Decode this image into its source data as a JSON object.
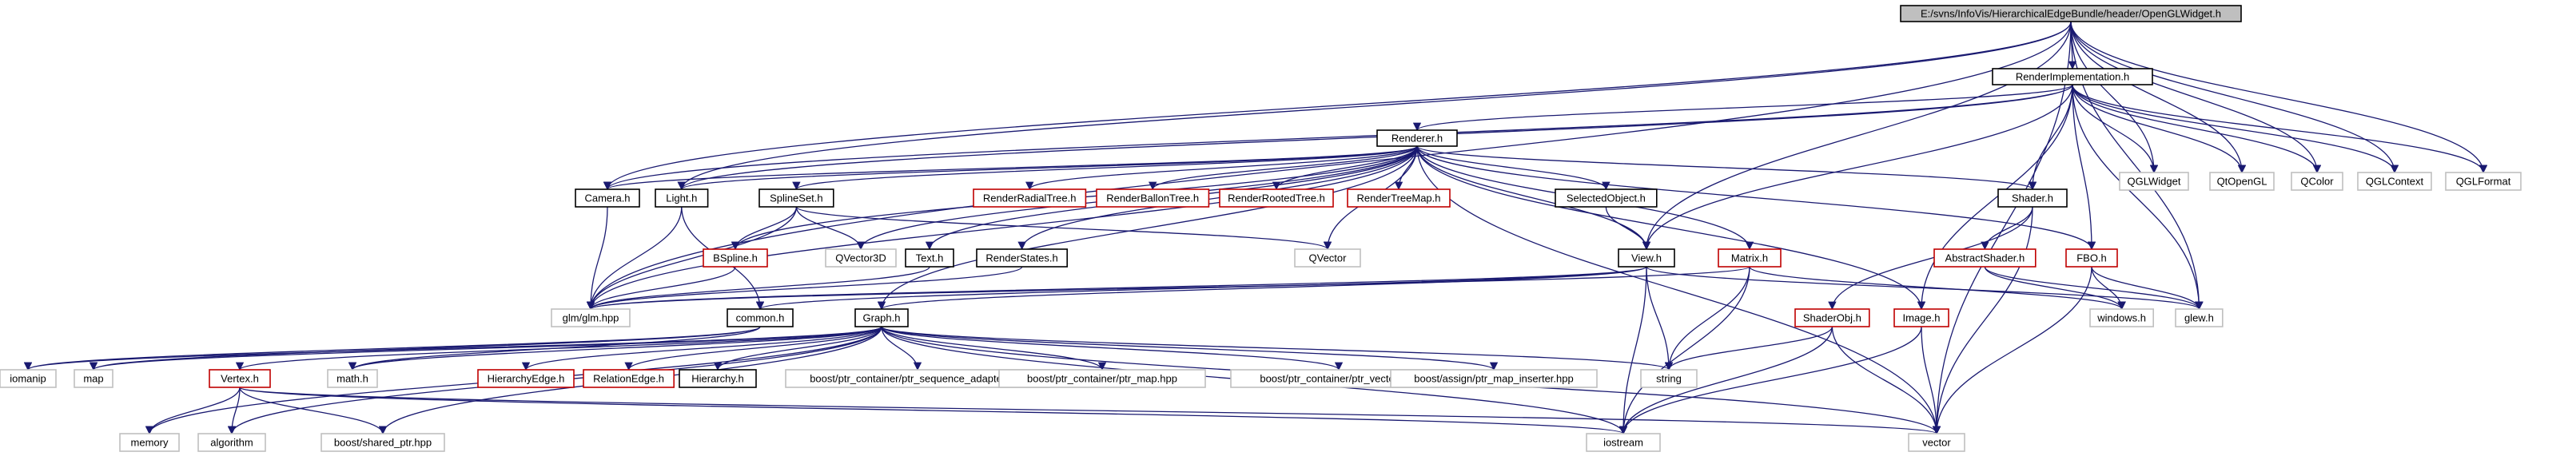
{
  "diagram": {
    "title": "E:/svns/InfoVis/HierarchicalEdgeBundle/header/OpenGLWidget.h",
    "colors": {
      "root_fill": "#bfbfbf",
      "documented_border": "#000000",
      "undocumented_border": "#c00000",
      "external_border": "#bfbfbf",
      "edge": "#191970"
    },
    "nodes": [
      {
        "id": "root",
        "label": "E:/svns/InfoVis/HierarchicalEdgeBundle/header/OpenGLWidget.h",
        "style": "root"
      },
      {
        "id": "renderimpl",
        "label": "RenderImplementation.h",
        "style": "doc"
      },
      {
        "id": "renderer",
        "label": "Renderer.h",
        "style": "doc"
      },
      {
        "id": "camera",
        "label": "Camera.h",
        "style": "doc"
      },
      {
        "id": "light",
        "label": "Light.h",
        "style": "doc"
      },
      {
        "id": "splineset",
        "label": "SplineSet.h",
        "style": "doc"
      },
      {
        "id": "radial",
        "label": "RenderRadialTree.h",
        "style": "undoc"
      },
      {
        "id": "ballon",
        "label": "RenderBallonTree.h",
        "style": "undoc"
      },
      {
        "id": "rooted",
        "label": "RenderRootedTree.h",
        "style": "undoc"
      },
      {
        "id": "treemap",
        "label": "RenderTreeMap.h",
        "style": "undoc"
      },
      {
        "id": "selected",
        "label": "SelectedObject.h",
        "style": "doc"
      },
      {
        "id": "shader",
        "label": "Shader.h",
        "style": "doc"
      },
      {
        "id": "qglwidget",
        "label": "QGLWidget",
        "style": "ext"
      },
      {
        "id": "qtopengl",
        "label": "QtOpenGL",
        "style": "ext"
      },
      {
        "id": "qcolor",
        "label": "QColor",
        "style": "ext"
      },
      {
        "id": "qglcontext",
        "label": "QGLContext",
        "style": "ext"
      },
      {
        "id": "qglformat",
        "label": "QGLFormat",
        "style": "ext"
      },
      {
        "id": "bspline",
        "label": "BSpline.h",
        "style": "undoc"
      },
      {
        "id": "qvector3d",
        "label": "QVector3D",
        "style": "ext"
      },
      {
        "id": "texth",
        "label": "Text.h",
        "style": "doc"
      },
      {
        "id": "renderstates",
        "label": "RenderStates.h",
        "style": "doc"
      },
      {
        "id": "qvector",
        "label": "QVector",
        "style": "ext"
      },
      {
        "id": "view",
        "label": "View.h",
        "style": "doc"
      },
      {
        "id": "matrix",
        "label": "Matrix.h",
        "style": "undoc"
      },
      {
        "id": "abstractshader",
        "label": "AbstractShader.h",
        "style": "undoc"
      },
      {
        "id": "fbo",
        "label": "FBO.h",
        "style": "undoc"
      },
      {
        "id": "glm",
        "label": "glm/glm.hpp",
        "style": "ext"
      },
      {
        "id": "common",
        "label": "common.h",
        "style": "doc"
      },
      {
        "id": "graph",
        "label": "Graph.h",
        "style": "doc"
      },
      {
        "id": "shaderobj",
        "label": "ShaderObj.h",
        "style": "undoc"
      },
      {
        "id": "image",
        "label": "Image.h",
        "style": "undoc"
      },
      {
        "id": "windows",
        "label": "windows.h",
        "style": "ext"
      },
      {
        "id": "glew",
        "label": "glew.h",
        "style": "ext"
      },
      {
        "id": "iomanip",
        "label": "iomanip",
        "style": "ext"
      },
      {
        "id": "map",
        "label": "map",
        "style": "ext"
      },
      {
        "id": "mathh",
        "label": "math.h",
        "style": "ext"
      },
      {
        "id": "vertex",
        "label": "Vertex.h",
        "style": "undoc"
      },
      {
        "id": "hierarchyedge",
        "label": "HierarchyEdge.h",
        "style": "undoc"
      },
      {
        "id": "relationedge",
        "label": "RelationEdge.h",
        "style": "undoc"
      },
      {
        "id": "hierarchy",
        "label": "Hierarchy.h",
        "style": "doc"
      },
      {
        "id": "ptrseq",
        "label": "boost/ptr_container/ptr_sequence_adapter.hpp",
        "style": "ext"
      },
      {
        "id": "ptrmap",
        "label": "boost/ptr_container/ptr_map.hpp",
        "style": "ext"
      },
      {
        "id": "ptrvector",
        "label": "boost/ptr_container/ptr_vector.hpp",
        "style": "ext"
      },
      {
        "id": "ptrmapins",
        "label": "boost/assign/ptr_map_inserter.hpp",
        "style": "ext"
      },
      {
        "id": "string",
        "label": "string",
        "style": "ext"
      },
      {
        "id": "memory",
        "label": "memory",
        "style": "ext"
      },
      {
        "id": "algorithm",
        "label": "algorithm",
        "style": "ext"
      },
      {
        "id": "sharedptr",
        "label": "boost/shared_ptr.hpp",
        "style": "ext"
      },
      {
        "id": "iostream",
        "label": "iostream",
        "style": "ext"
      },
      {
        "id": "vector",
        "label": "vector",
        "style": "ext"
      }
    ],
    "edges": [
      [
        "root",
        "renderimpl"
      ],
      [
        "root",
        "view"
      ],
      [
        "root",
        "light"
      ],
      [
        "root",
        "camera"
      ],
      [
        "root",
        "glm"
      ],
      [
        "root",
        "qglwidget"
      ],
      [
        "root",
        "qtopengl"
      ],
      [
        "root",
        "qcolor"
      ],
      [
        "root",
        "qglcontext"
      ],
      [
        "root",
        "qglformat"
      ],
      [
        "root",
        "vector"
      ],
      [
        "root",
        "glew"
      ],
      [
        "renderimpl",
        "renderer"
      ],
      [
        "renderimpl",
        "camera"
      ],
      [
        "renderimpl",
        "light"
      ],
      [
        "renderimpl",
        "view"
      ],
      [
        "renderimpl",
        "shader"
      ],
      [
        "renderimpl",
        "fbo"
      ],
      [
        "renderimpl",
        "image"
      ],
      [
        "renderimpl",
        "glew"
      ],
      [
        "renderimpl",
        "qglwidget"
      ],
      [
        "renderimpl",
        "qtopengl"
      ],
      [
        "renderimpl",
        "qcolor"
      ],
      [
        "renderimpl",
        "qglcontext"
      ],
      [
        "renderimpl",
        "qglformat"
      ],
      [
        "renderer",
        "camera"
      ],
      [
        "renderer",
        "light"
      ],
      [
        "renderer",
        "splineset"
      ],
      [
        "renderer",
        "radial"
      ],
      [
        "renderer",
        "ballon"
      ],
      [
        "renderer",
        "rooted"
      ],
      [
        "renderer",
        "treemap"
      ],
      [
        "renderer",
        "selected"
      ],
      [
        "renderer",
        "shader"
      ],
      [
        "renderer",
        "bspline"
      ],
      [
        "renderer",
        "qvector3d"
      ],
      [
        "renderer",
        "texth"
      ],
      [
        "renderer",
        "renderstates"
      ],
      [
        "renderer",
        "qvector"
      ],
      [
        "renderer",
        "view"
      ],
      [
        "renderer",
        "matrix"
      ],
      [
        "renderer",
        "image"
      ],
      [
        "renderer",
        "fbo"
      ],
      [
        "renderer",
        "graph"
      ],
      [
        "renderer",
        "vector"
      ],
      [
        "renderer",
        "glm"
      ],
      [
        "camera",
        "glm"
      ],
      [
        "light",
        "glm"
      ],
      [
        "light",
        "common"
      ],
      [
        "splineset",
        "bspline"
      ],
      [
        "splineset",
        "qvector3d"
      ],
      [
        "splineset",
        "qvector"
      ],
      [
        "splineset",
        "glm"
      ],
      [
        "bspline",
        "glm"
      ],
      [
        "texth",
        "glm"
      ],
      [
        "renderstates",
        "glm"
      ],
      [
        "selected",
        "view"
      ],
      [
        "view",
        "glm"
      ],
      [
        "view",
        "graph"
      ],
      [
        "view",
        "string"
      ],
      [
        "view",
        "iostream"
      ],
      [
        "view",
        "glew"
      ],
      [
        "view",
        "common"
      ],
      [
        "matrix",
        "string"
      ],
      [
        "matrix",
        "iostream"
      ],
      [
        "matrix",
        "windows"
      ],
      [
        "matrix",
        "glm"
      ],
      [
        "shader",
        "abstractshader"
      ],
      [
        "shader",
        "shaderobj"
      ],
      [
        "shader",
        "vector"
      ],
      [
        "abstractshader",
        "windows"
      ],
      [
        "abstractshader",
        "glew"
      ],
      [
        "fbo",
        "windows"
      ],
      [
        "fbo",
        "glew"
      ],
      [
        "fbo",
        "vector"
      ],
      [
        "common",
        "map"
      ],
      [
        "common",
        "iomanip"
      ],
      [
        "common",
        "mathh"
      ],
      [
        "graph",
        "map"
      ],
      [
        "graph",
        "mathh"
      ],
      [
        "graph",
        "vertex"
      ],
      [
        "graph",
        "hierarchyedge"
      ],
      [
        "graph",
        "relationedge"
      ],
      [
        "graph",
        "hierarchy"
      ],
      [
        "graph",
        "ptrseq"
      ],
      [
        "graph",
        "ptrmap"
      ],
      [
        "graph",
        "ptrvector"
      ],
      [
        "graph",
        "ptrmapins"
      ],
      [
        "graph",
        "string"
      ],
      [
        "graph",
        "vector"
      ],
      [
        "graph",
        "iostream"
      ],
      [
        "graph",
        "sharedptr"
      ],
      [
        "graph",
        "memory"
      ],
      [
        "graph",
        "algorithm"
      ],
      [
        "graph",
        "iomanip"
      ],
      [
        "vertex",
        "memory"
      ],
      [
        "vertex",
        "algorithm"
      ],
      [
        "vertex",
        "sharedptr"
      ],
      [
        "vertex",
        "iostream"
      ],
      [
        "vertex",
        "vector"
      ],
      [
        "shaderobj",
        "string"
      ],
      [
        "shaderobj",
        "iostream"
      ],
      [
        "shaderobj",
        "vector"
      ],
      [
        "image",
        "iostream"
      ],
      [
        "image",
        "vector"
      ]
    ]
  }
}
